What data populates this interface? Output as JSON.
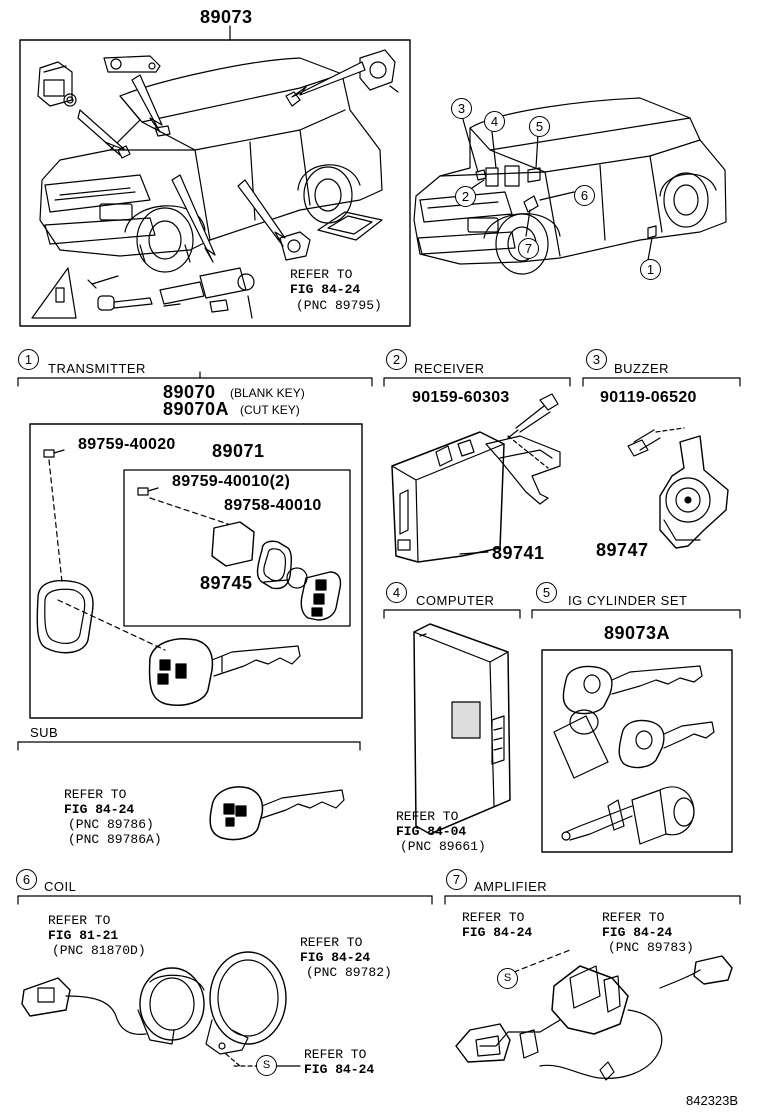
{
  "overview": {
    "part_no": "89073",
    "refer_lines": [
      "REFER TO",
      "FIG 84-24",
      "(PNC 89795)"
    ],
    "callouts": [
      "3",
      "4",
      "5",
      "2",
      "6",
      "7",
      "1"
    ]
  },
  "transmitter": {
    "index": "1",
    "title": "TRANSMITTER",
    "part_blank": "89070",
    "part_blank_note": "(BLANK KEY)",
    "part_cut": "89070A",
    "part_cut_note": "(CUT KEY)",
    "screw_outer": "89759-40020",
    "sub_assy": "89071",
    "screw_inner": "89759-40010(2)",
    "pad": "89758-40010",
    "battery": "89745"
  },
  "sub": {
    "title": "SUB",
    "refer_lines": [
      "REFER TO",
      "FIG 84-24",
      "(PNC 89786)",
      "(PNC 89786A)"
    ]
  },
  "receiver": {
    "index": "2",
    "title": "RECEIVER",
    "bolt": "90159-60303",
    "unit": "89741"
  },
  "buzzer": {
    "index": "3",
    "title": "BUZZER",
    "screw": "90119-06520",
    "unit": "89747"
  },
  "computer": {
    "index": "4",
    "title": "COMPUTER",
    "refer_lines": [
      "REFER TO",
      "FIG 84-04",
      "(PNC 89661)"
    ]
  },
  "ig_cylinder": {
    "index": "5",
    "title": "IG CYLINDER SET",
    "part_no": "89073A"
  },
  "coil": {
    "index": "6",
    "title": "COIL",
    "refer_a": [
      "REFER TO",
      "FIG 81-21",
      "(PNC 81870D)"
    ],
    "refer_b": [
      "REFER TO",
      "FIG 84-24",
      "(PNC 89782)"
    ],
    "refer_c": [
      "REFER TO",
      "FIG 84-24"
    ],
    "s_mark": "S"
  },
  "amplifier": {
    "index": "7",
    "title": "AMPLIFIER",
    "refer_a": [
      "REFER TO",
      "FIG 84-24"
    ],
    "refer_b": [
      "REFER TO",
      "FIG 84-24",
      "(PNC 89783)"
    ],
    "s_mark": "S"
  },
  "figure_code": "842323B"
}
